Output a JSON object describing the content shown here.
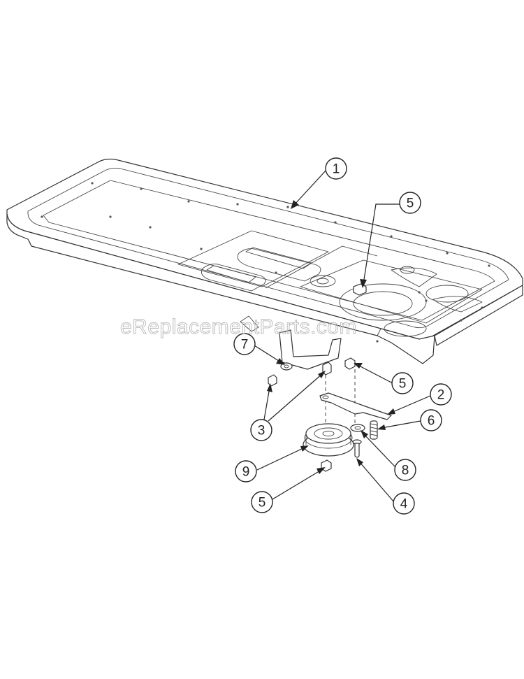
{
  "watermark": "eReplacementParts.com",
  "callouts": [
    {
      "id": "c1",
      "label": "1"
    },
    {
      "id": "c5a",
      "label": "5"
    },
    {
      "id": "c7",
      "label": "7"
    },
    {
      "id": "c5b",
      "label": "5"
    },
    {
      "id": "c2",
      "label": "2"
    },
    {
      "id": "c6",
      "label": "6"
    },
    {
      "id": "c3",
      "label": "3"
    },
    {
      "id": "c8",
      "label": "8"
    },
    {
      "id": "c9",
      "label": "9"
    },
    {
      "id": "c5c",
      "label": "5"
    },
    {
      "id": "c4",
      "label": "4"
    }
  ]
}
